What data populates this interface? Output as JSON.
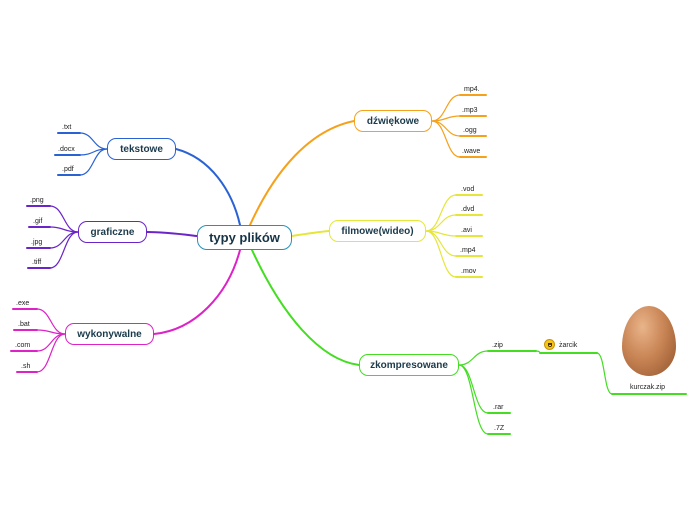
{
  "root": {
    "label": "typy plików"
  },
  "branches": [
    {
      "id": "tekstowe",
      "label": "tekstowe",
      "color": "#2a62d4",
      "leaves": [
        ".txt",
        ".docx",
        ".pdf"
      ]
    },
    {
      "id": "graficzne",
      "label": "graficzne",
      "color": "#6a24c8",
      "leaves": [
        ".png",
        ".gif",
        ".jpg",
        ".tiff"
      ]
    },
    {
      "id": "wykonywalne",
      "label": "wykonywalne",
      "color": "#dd22c8",
      "leaves": [
        ".exe",
        ".bat",
        ".com",
        ".sh"
      ]
    },
    {
      "id": "dzwiekowe",
      "label": "dźwiękowe",
      "color": "#f5a11c",
      "leaves": [
        "mp4.",
        ".mp3",
        ".ogg",
        ".wave"
      ]
    },
    {
      "id": "filmowe",
      "label": "filmowe(wideo)",
      "color": "#e6e63a",
      "leaves": [
        ".vod",
        ".dvd",
        ".avi",
        ".mp4",
        ".mov"
      ]
    },
    {
      "id": "zkompresowane",
      "label": "zkompresowane",
      "color": "#44dd22",
      "leaves": [
        ".zip",
        ".rar",
        ".7Z"
      ]
    }
  ],
  "sub": {
    "zarcik": {
      "label": "żarcik",
      "icon": "smiley-icon"
    },
    "kurczak": {
      "label": "kurczak.zip",
      "icon": "egg-image"
    }
  }
}
